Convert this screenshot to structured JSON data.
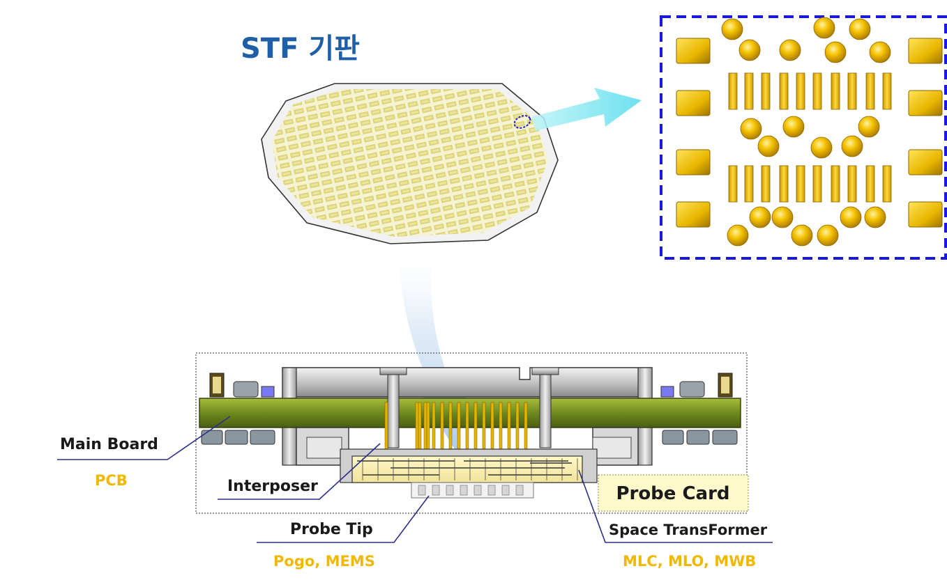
{
  "title": "STF 기판",
  "labels": {
    "main_board": "Main Board",
    "pcb": "PCB",
    "interposer": "Interposer",
    "probe_card": "Probe Card",
    "probe_tip": "Probe Tip",
    "pogo_mems": "Pogo, MEMS",
    "space_transformer": "Space TransFormer",
    "mlc": "MLC, MLO, MWB"
  },
  "colors": {
    "title": "#1f5fa8",
    "gold": "#f0b800",
    "label_text": "#1a1a1a",
    "line": "#2a2f8a",
    "board": "#6f8a1f",
    "dash_box": "#1a1adc",
    "arrow": "#5fe0ee"
  }
}
